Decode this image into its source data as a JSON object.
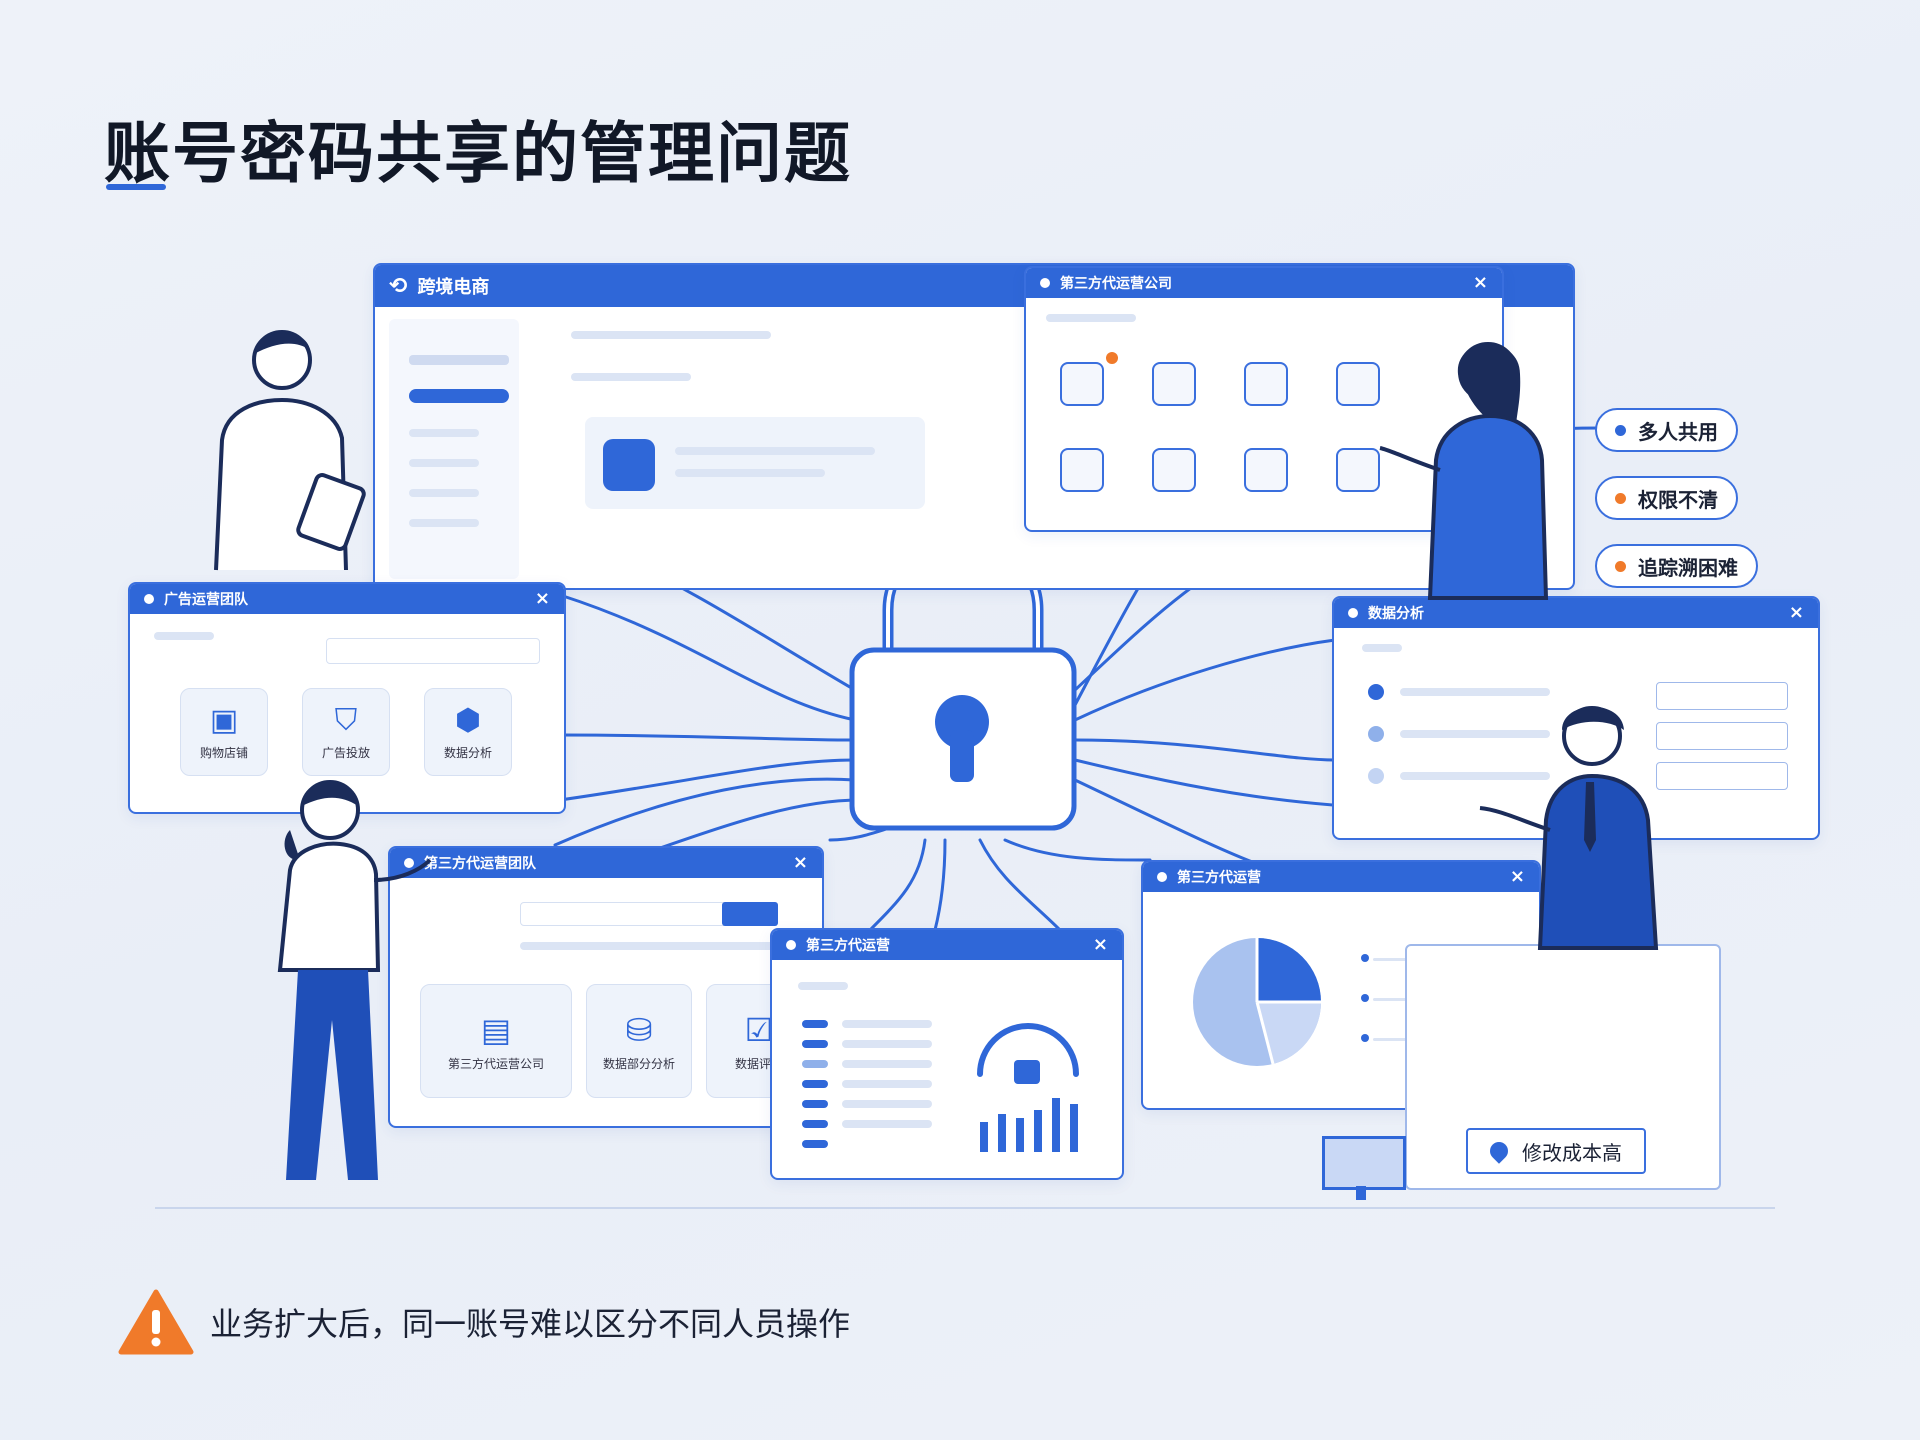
{
  "title": "账号密码共享的管理问题",
  "main_window": {
    "title": "跨境电商"
  },
  "windows": {
    "top_right": {
      "title": "第三方代运营公司"
    },
    "ad_team": {
      "title": "广告运营团队",
      "tiles": [
        "购物店铺",
        "广告投放",
        "数据分析"
      ]
    },
    "data_analysis": {
      "title": "数据分析"
    },
    "bottom_left": {
      "title": "第三方代运营团队",
      "tiles": [
        "第三方代运营公司",
        "数据部分分析",
        "数据评价"
      ]
    },
    "bottom_middle": {
      "title": "第三方代运营"
    },
    "bottom_right": {
      "title": "第三方代运营"
    }
  },
  "pills": [
    {
      "label": "多人共用",
      "color": "#2f67d8"
    },
    {
      "label": "权限不清",
      "color": "#f07a2a"
    },
    {
      "label": "追踪溯困难",
      "color": "#f07a2a"
    }
  ],
  "bottom_pill": {
    "label": "修改成本高",
    "icon": "location-pin-icon"
  },
  "warning": {
    "text": "业务扩大后，同一账号难以区分不同人员操作",
    "icon": "warning-triangle-icon"
  },
  "colors": {
    "primary": "#2f67d8",
    "accent": "#f07a2a",
    "title": "#111827"
  }
}
